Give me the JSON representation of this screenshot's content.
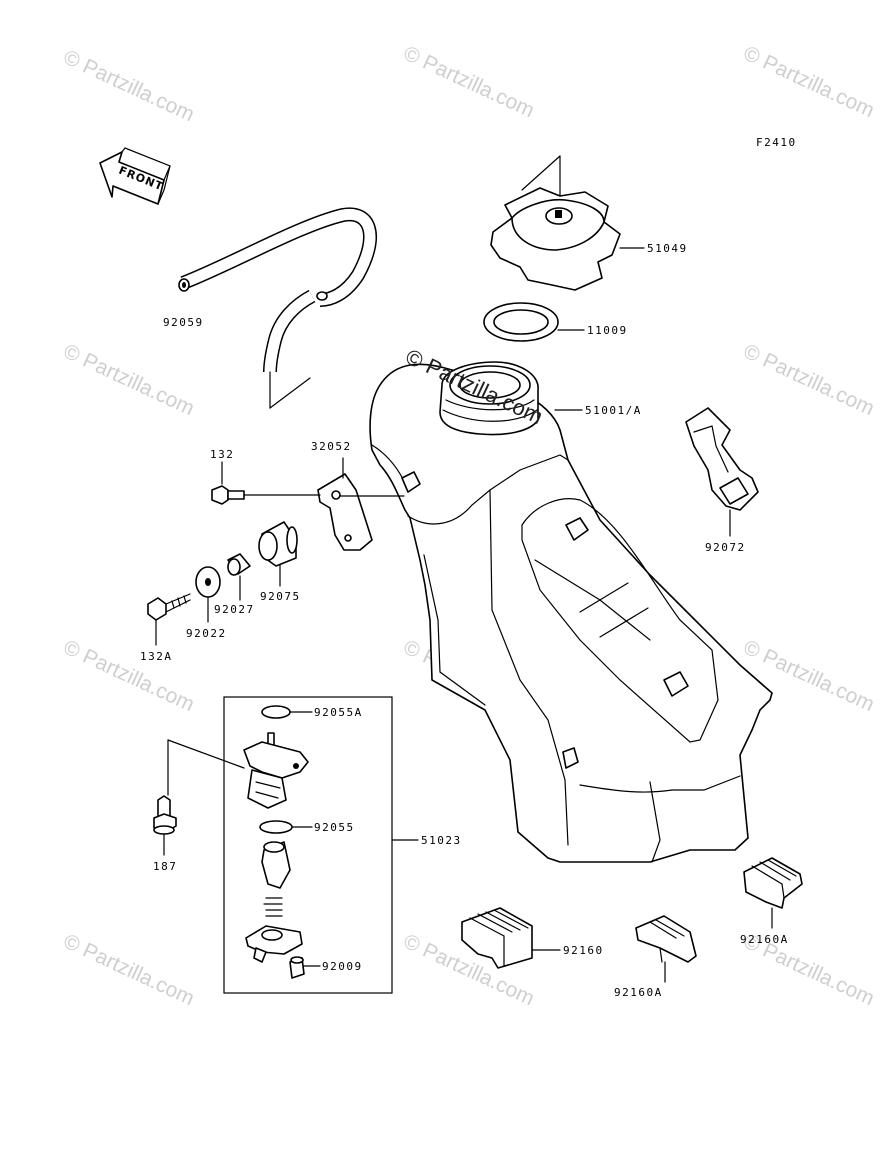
{
  "diagram_code": "F2410",
  "front_arrow_label": "FRONT",
  "watermark": "© Partzilla.com",
  "colors": {
    "line": "#000000",
    "watermark": "#cfcfcf",
    "background": "#ffffff"
  },
  "parts": {
    "fuel_cap": "51049",
    "cap_gasket": "11009",
    "fuel_tank": "51001/A",
    "strap": "92072",
    "breather_hose": "92059",
    "bracket": "32052",
    "bolt_132": "132",
    "bolt_132a": "132A",
    "washer": "92022",
    "collar": "92027",
    "damper": "92075",
    "o_ring_a": "92055A",
    "o_ring": "92055",
    "fuel_cock_assy": "51023",
    "bolt_187": "187",
    "screw": "92009",
    "pad": "92160",
    "pad_a1": "92160A",
    "pad_a2": "92160A"
  }
}
